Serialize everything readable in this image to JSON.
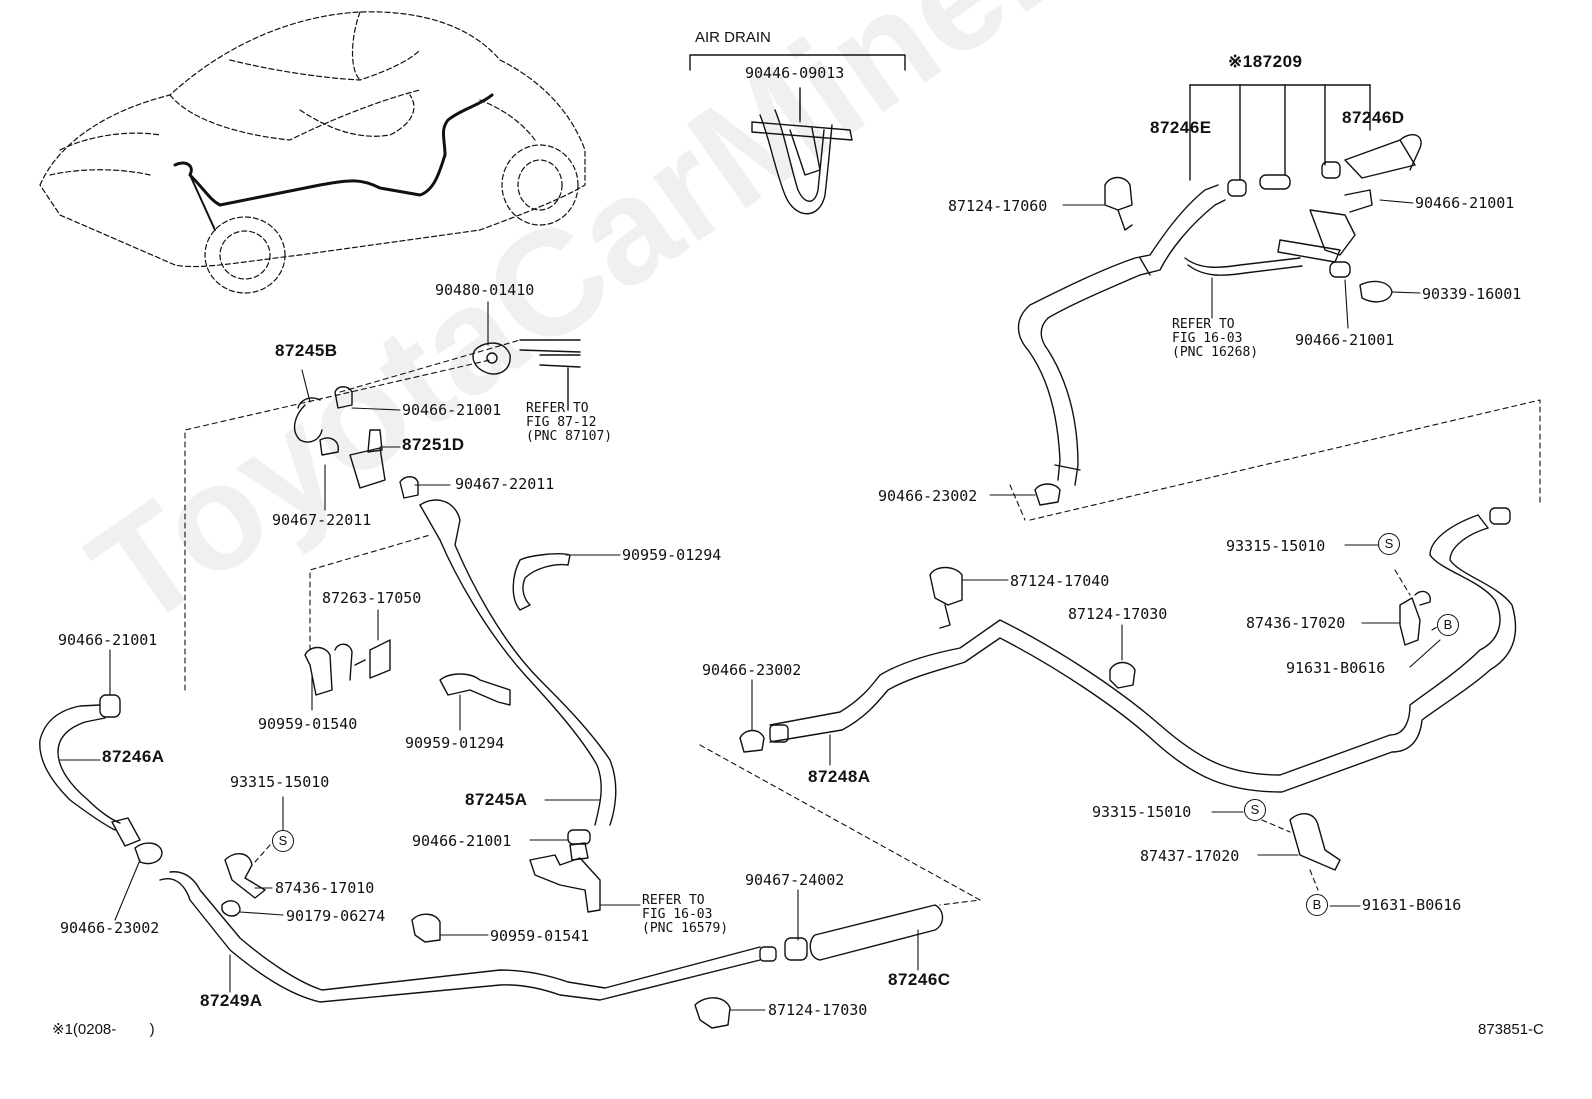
{
  "watermark": "ToyotaCarMine.ru",
  "section": {
    "air_drain": "AIR DRAIN"
  },
  "labels": {
    "p_187209": "※187209",
    "p_87246E": "87246E",
    "p_87246D": "87246D",
    "p_87124_17060": "87124-17060",
    "p_90466_21001_tr": "90466-21001",
    "p_90339_16001": "90339-16001",
    "p_90466_21001_tr2": "90466-21001",
    "p_90466_23002_top": "90466-23002",
    "p_90446_09013": "90446-09013",
    "p_90480_01410": "90480-01410",
    "p_87245B": "87245B",
    "p_90466_21001_b": "90466-21001",
    "p_87251D": "87251D",
    "p_90467_22011_a": "90467-22011",
    "p_90467_22011_b": "90467-22011",
    "p_90959_01294_a": "90959-01294",
    "p_87263_17050": "87263-17050",
    "p_90959_01540": "90959-01540",
    "p_90959_01294_b": "90959-01294",
    "p_90466_21001_left": "90466-21001",
    "p_87246A": "87246A",
    "p_93315_15010_left": "93315-15010",
    "p_87245A": "87245A",
    "p_90466_21001_mid": "90466-21001",
    "p_87436_17010": "87436-17010",
    "p_90179_06274": "90179-06274",
    "p_90959_01541": "90959-01541",
    "p_90466_23002_left": "90466-23002",
    "p_87249A": "87249A",
    "p_90467_24002": "90467-24002",
    "p_87246C": "87246C",
    "p_87124_17030_bottom": "87124-17030",
    "p_87124_17040": "87124-17040",
    "p_87124_17030_mid": "87124-17030",
    "p_90466_23002_mid": "90466-23002",
    "p_87248A": "87248A",
    "p_93315_15010_r1": "93315-15010",
    "p_87436_17020": "87436-17020",
    "p_91631_B0616_a": "91631-B0616",
    "p_93315_15010_r2": "93315-15010",
    "p_87437_17020": "87437-17020",
    "p_91631_B0616_b": "91631-B0616"
  },
  "refs": {
    "r1": [
      "REFER TO",
      "FIG 87-12",
      "(PNC 87107)"
    ],
    "r2": [
      "REFER TO",
      "FIG 16-03",
      "(PNC 16268)"
    ],
    "r3": [
      "REFER TO",
      "FIG 16-03",
      "(PNC 16579)"
    ]
  },
  "circles": {
    "s": "S",
    "b": "B"
  },
  "footer": {
    "note": "※1(0208-        )",
    "code": "873851-C"
  }
}
